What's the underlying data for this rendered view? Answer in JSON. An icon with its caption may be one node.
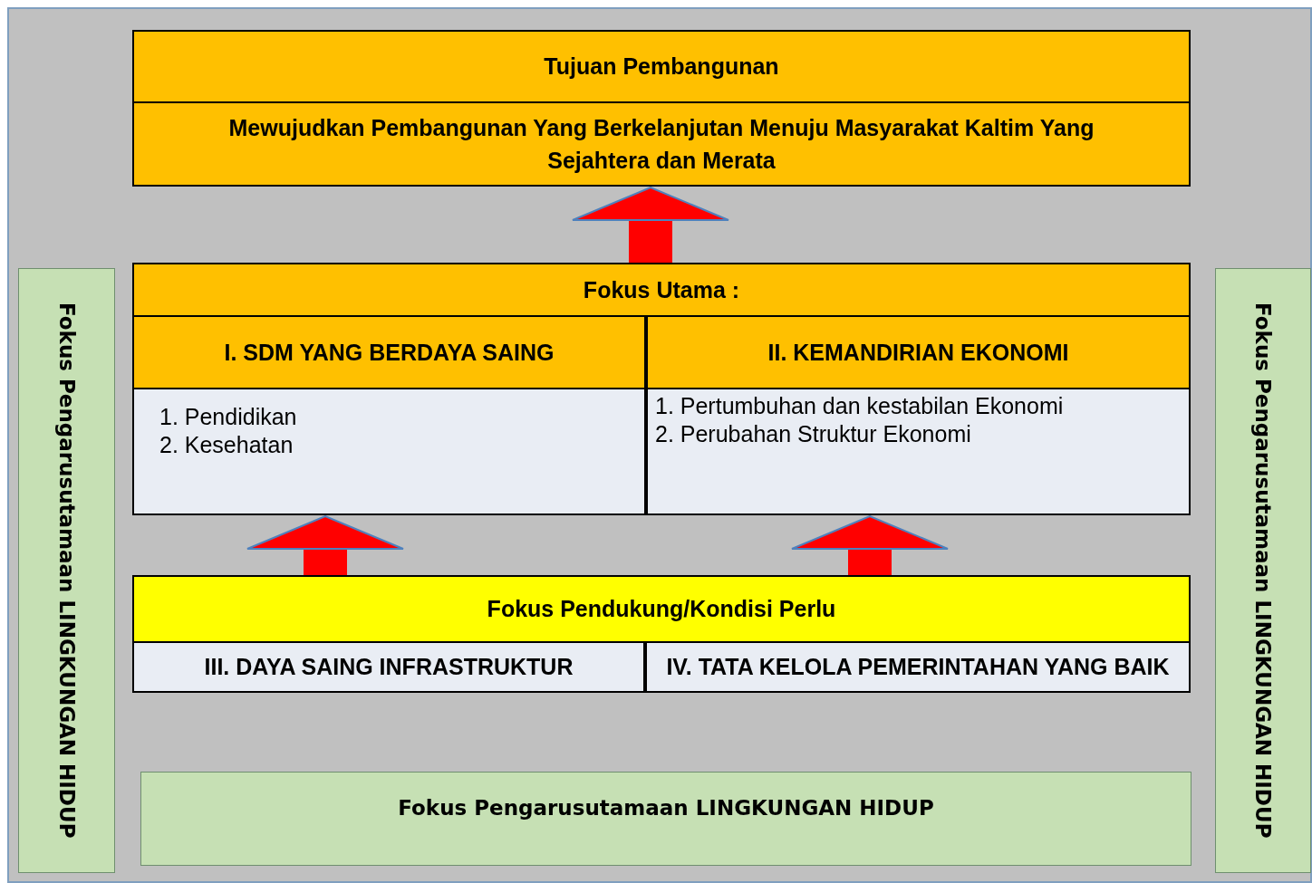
{
  "diagram": {
    "nodes": [
      {
        "text": [
          "Tujuan Pembangunan",
          "Mewujudkan Pembangunan Yang Berkelanjutan Menuju Masyarakat Kaltim Yang Sejahtera dan Merata"
        ]
      },
      {
        "text": [
          "Fokus Utama :"
        ]
      },
      {
        "text": [
          "I. SDM YANG BERDAYA SAING",
          "1. Pendidikan",
          "2. Kesehatan"
        ],
        "in": 1
      },
      {
        "text": [
          "II. KEMANDIRIAN EKONOMI",
          "1. Pertumbuhan dan kestabilan Ekonomi",
          "2. Perubahan Struktur Ekonomi"
        ],
        "in": 1
      },
      {
        "text": [
          "Fokus Pendukung/Kondisi Perlu"
        ]
      },
      {
        "text": [
          "III. DAYA SAING INFRASTRUKTUR"
        ],
        "in": 4
      },
      {
        "text": [
          "IV. TATA KELOLA PEMERINTAHAN YANG BAIK"
        ],
        "in": 4
      },
      {
        "text": [
          "Fokus Pengarusutamaan LINGKUNGAN HIDUP"
        ]
      },
      {
        "text": [
          "Fokus Pengarusutamaan LINGKUNGAN HIDUP"
        ]
      },
      {
        "text": [
          "Fokus Pengarusutamaan LINGKUNGAN HIDUP"
        ]
      }
    ],
    "edges": [
      {
        "from": 1,
        "to": 0,
        "arrow": "to"
      },
      {
        "from": 4,
        "to": 2,
        "arrow": "to"
      },
      {
        "from": 4,
        "to": 3,
        "arrow": "to"
      }
    ]
  }
}
